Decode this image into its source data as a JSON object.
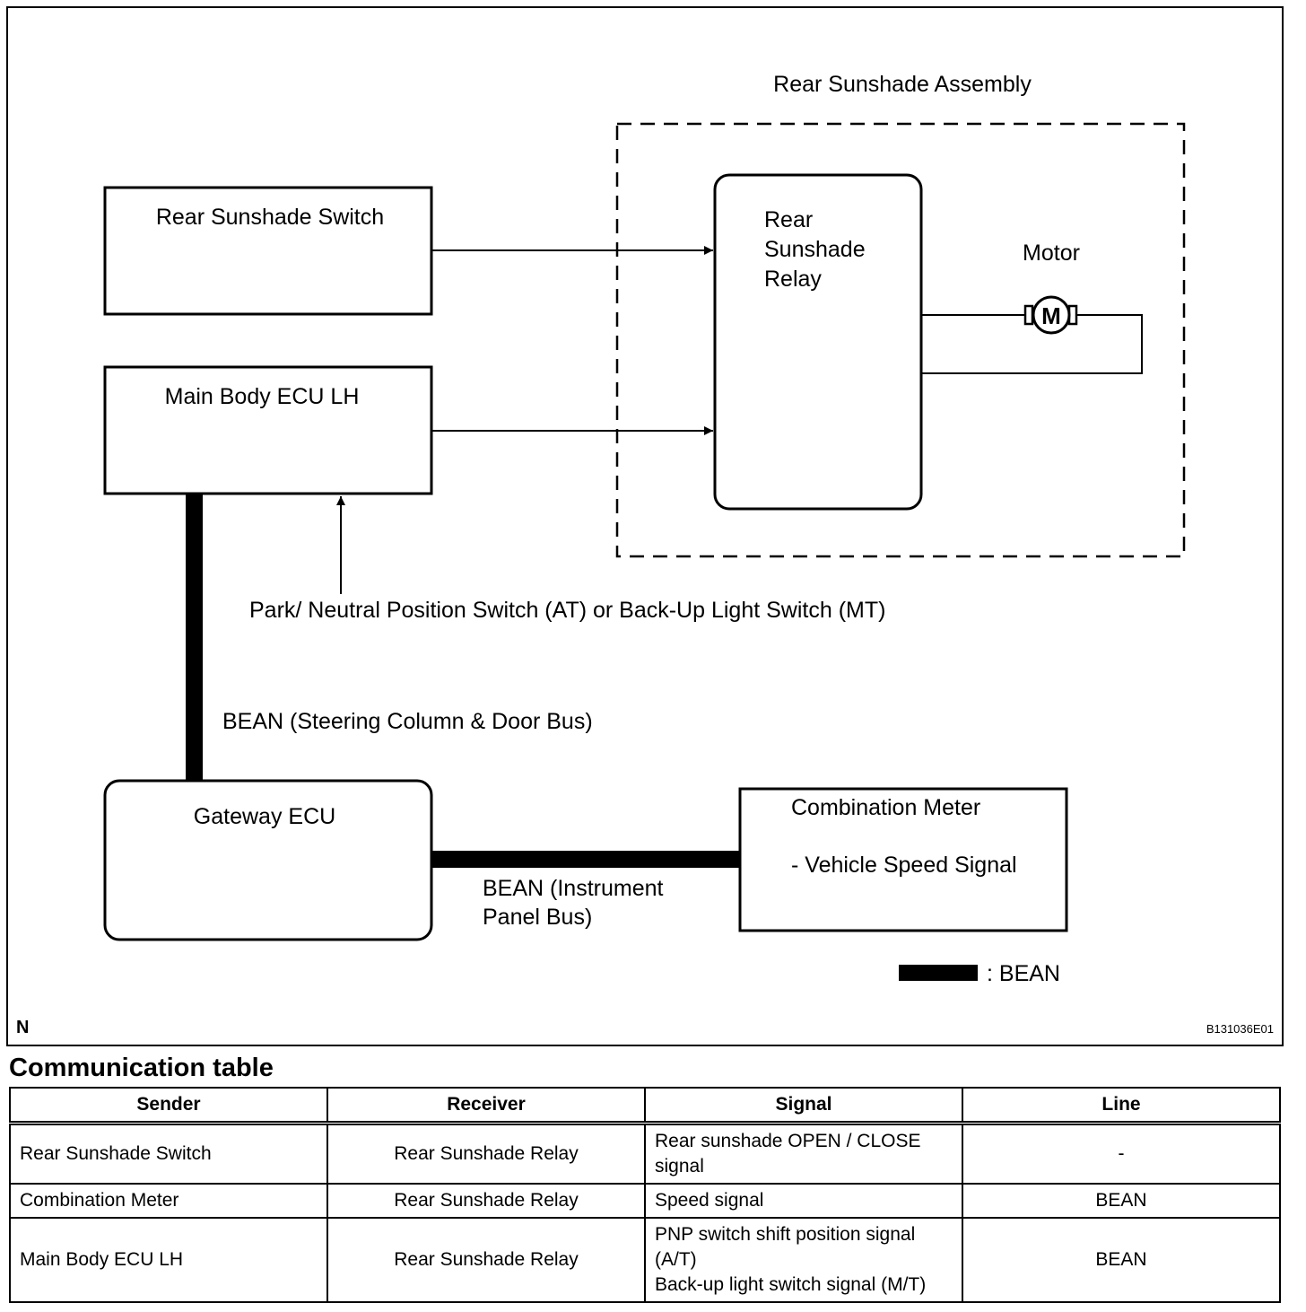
{
  "diagram": {
    "assembly_label": "Rear Sunshade Assembly",
    "switch_label": "Rear Sunshade Switch",
    "relay_label": [
      "Rear",
      "Sunshade",
      "Relay"
    ],
    "motor_label": "Motor",
    "motor_symbol": "M",
    "ecu_label": "Main Body ECU LH",
    "pnp_label": "Park/ Neutral Position Switch (AT) or Back-Up Light Switch (MT)",
    "bean_steering_label": "BEAN (Steering Column & Door Bus)",
    "gateway_label": "Gateway ECU",
    "bean_instrument_label": [
      "BEAN (Instrument",
      "Panel Bus)"
    ],
    "meter_label": "Combination Meter",
    "meter_signal": "- Vehicle Speed Signal",
    "legend_label": ": BEAN",
    "corner_mark": "N",
    "figure_id": "B131036E01"
  },
  "table": {
    "title": "Communication table",
    "headers": [
      "Sender",
      "Receiver",
      "Signal",
      "Line"
    ],
    "rows": [
      {
        "sender": "Rear Sunshade Switch",
        "receiver": "Rear Sunshade Relay",
        "signal": [
          "Rear sunshade OPEN / CLOSE",
          "signal"
        ],
        "line": "-"
      },
      {
        "sender": "Combination Meter",
        "receiver": "Rear Sunshade Relay",
        "signal": [
          "Speed signal"
        ],
        "line": "BEAN"
      },
      {
        "sender": "Main Body ECU LH",
        "receiver": "Rear Sunshade Relay",
        "signal": [
          "PNP switch shift position signal",
          "(A/T)",
          "Back-up light switch signal (M/T)"
        ],
        "line": "BEAN"
      }
    ]
  }
}
